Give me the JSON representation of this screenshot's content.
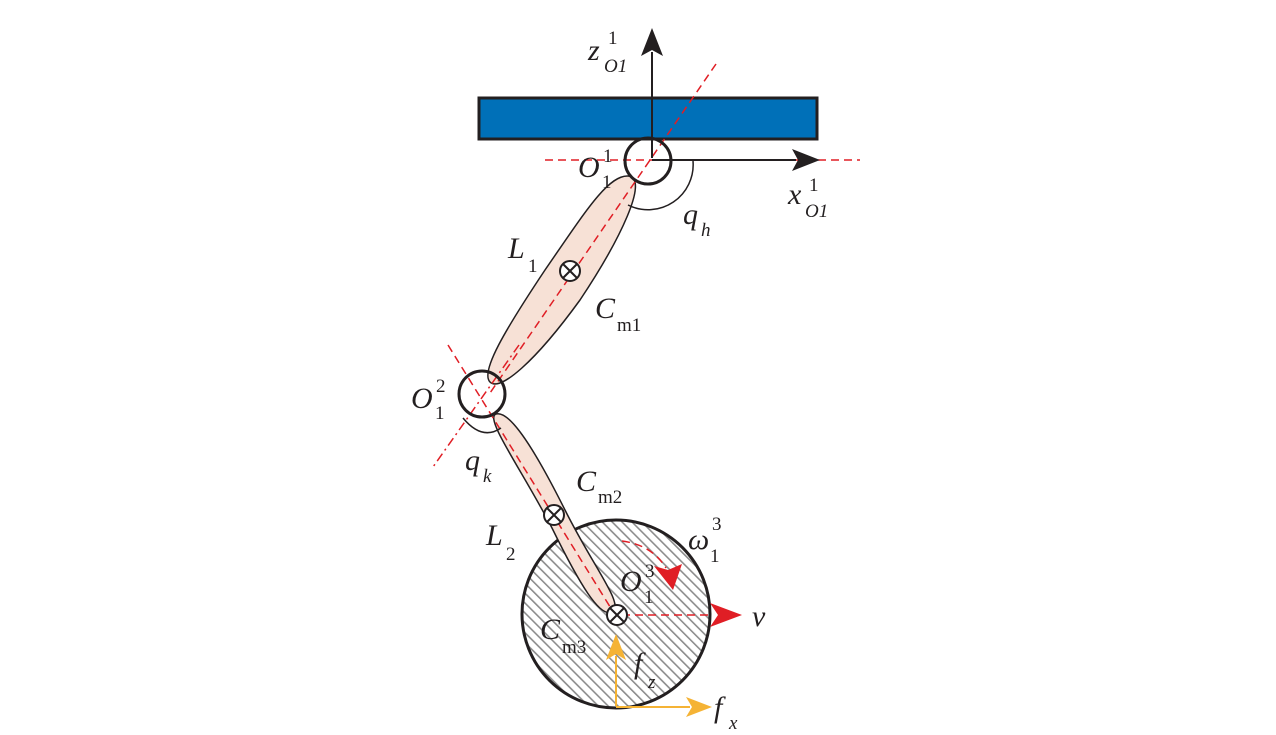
{
  "diagram": {
    "colors": {
      "base_fill": "#0070b8",
      "link_fill": "#f7e1d6",
      "stroke": "#231f20",
      "dash_red": "#e01e25",
      "force_yellow": "#f5b335",
      "hatch": "#8c8c8c"
    },
    "labels": {
      "z_axis": {
        "main": "z",
        "sub": "O1",
        "sup": "1"
      },
      "x_axis": {
        "main": "x",
        "sub": "O1",
        "sup": "1"
      },
      "hip_joint": {
        "main": "O",
        "sub": "1",
        "sup": "1"
      },
      "hip_angle": {
        "main": "q",
        "sub": "h"
      },
      "link1": {
        "main": "L",
        "sub": "1"
      },
      "link1_com": {
        "main": "C",
        "sub": "m1"
      },
      "knee_joint": {
        "main": "O",
        "sub": "1",
        "sup": "2"
      },
      "knee_angle": {
        "main": "q",
        "sub": "k"
      },
      "link2_com": {
        "main": "C",
        "sub": "m2"
      },
      "link2": {
        "main": "L",
        "sub": "2"
      },
      "wheel_omega": {
        "main": "ω",
        "sub": "1",
        "sup": "3"
      },
      "wheel_center": {
        "main": "O",
        "sub": "1",
        "sup": "3"
      },
      "velocity": {
        "main": "v"
      },
      "wheel_com": {
        "main": "C",
        "sub": "m3"
      },
      "force_z": {
        "main": "f",
        "sub": "z"
      },
      "force_x": {
        "main": "f",
        "sub": "x"
      }
    }
  }
}
